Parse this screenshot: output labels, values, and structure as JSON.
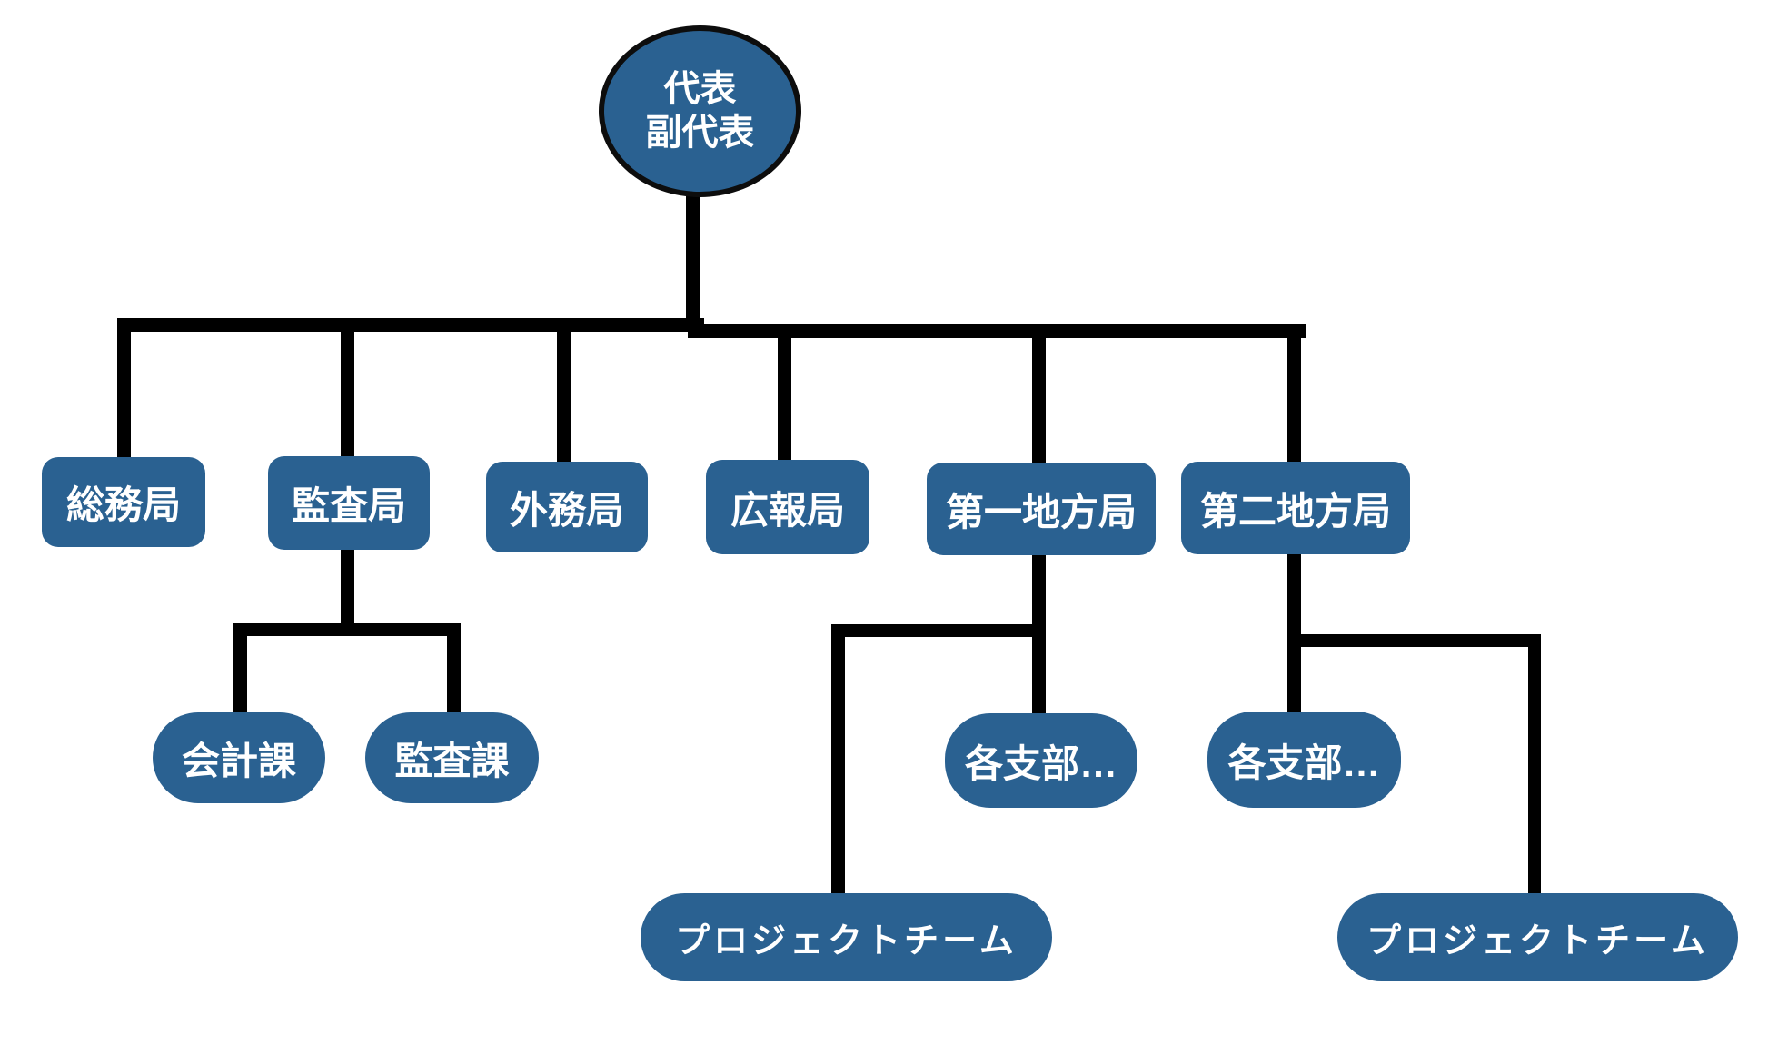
{
  "diagram_type": "organization-chart",
  "colors": {
    "node_fill": "#2A6191",
    "node_text": "#FFFFFF",
    "connector": "#000000",
    "root_border": "#0D0D0D",
    "background": "#FFFFFF"
  },
  "root": {
    "line1": "代表",
    "line2": "副代表"
  },
  "departments": [
    {
      "id": "soumukyoku",
      "label": "総務局",
      "children": []
    },
    {
      "id": "kansakyoku",
      "label": "監査局",
      "children": [
        "会計課",
        "監査課"
      ]
    },
    {
      "id": "gaimukyoku",
      "label": "外務局",
      "children": []
    },
    {
      "id": "kouhoukyoku",
      "label": "広報局",
      "children": []
    },
    {
      "id": "daiichi-chihoukyoku",
      "label": "第一地方局",
      "children": [
        "各支部…",
        "プロジェクトチーム"
      ]
    },
    {
      "id": "daini-chihoukyoku",
      "label": "第二地方局",
      "children": [
        "各支部…",
        "プロジェクトチーム"
      ]
    }
  ]
}
